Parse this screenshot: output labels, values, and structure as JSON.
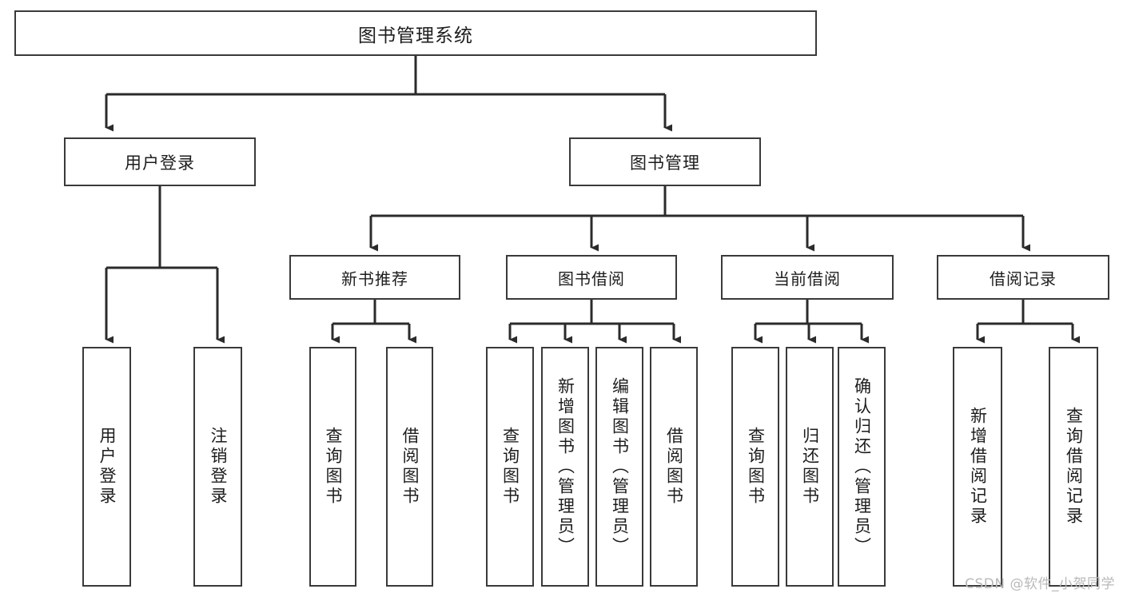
{
  "diagram": {
    "type": "tree-hierarchy-chart",
    "title": "图书管理系统",
    "root": {
      "id": "root",
      "label": "图书管理系统"
    },
    "level1": [
      {
        "id": "user-login",
        "label": "用户登录"
      },
      {
        "id": "book-manage",
        "label": "图书管理"
      }
    ],
    "level2": [
      {
        "id": "new-book-recommend",
        "label": "新书推荐",
        "parent": "book-manage"
      },
      {
        "id": "book-borrow",
        "label": "图书借阅",
        "parent": "book-manage"
      },
      {
        "id": "current-borrow",
        "label": "当前借阅",
        "parent": "book-manage"
      },
      {
        "id": "borrow-record",
        "label": "借阅记录",
        "parent": "book-manage"
      }
    ],
    "leaves": {
      "user_login": [
        {
          "id": "leaf-user-login",
          "label": "用户登录"
        },
        {
          "id": "leaf-logout-login",
          "label": "注销登录"
        }
      ],
      "new_book_recommend": [
        {
          "id": "leaf-query-book-1",
          "label": "查询图书"
        },
        {
          "id": "leaf-borrow-book-1",
          "label": "借阅图书"
        }
      ],
      "book_borrow": [
        {
          "id": "leaf-query-book-2",
          "label": "查询图书"
        },
        {
          "id": "leaf-add-book",
          "label": "新增图书（管理员）"
        },
        {
          "id": "leaf-edit-book",
          "label": "编辑图书（管理员）"
        },
        {
          "id": "leaf-borrow-book-2",
          "label": "借阅图书"
        }
      ],
      "current_borrow": [
        {
          "id": "leaf-query-book-3",
          "label": "查询图书"
        },
        {
          "id": "leaf-return-book",
          "label": "归还图书"
        },
        {
          "id": "leaf-confirm-return",
          "label": "确认归还（管理员）"
        }
      ],
      "borrow_record": [
        {
          "id": "leaf-add-record",
          "label": "新增借阅记录"
        },
        {
          "id": "leaf-query-record",
          "label": "查询借阅记录"
        }
      ]
    }
  },
  "watermark": {
    "text": "CSDN @软件_小贺同学"
  },
  "colors": {
    "stroke": "#3a3a3a",
    "background": "#ffffff",
    "text": "#1d1d1d",
    "watermark": "#b9b9b9"
  }
}
